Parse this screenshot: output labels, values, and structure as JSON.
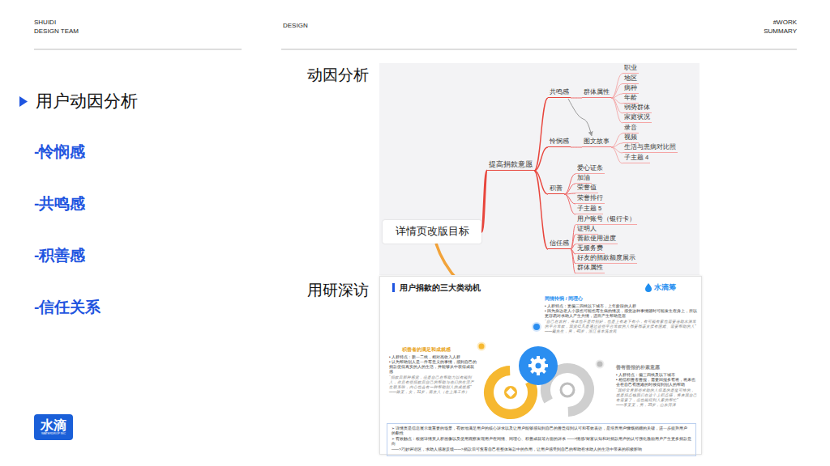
{
  "diagram": {
    "nodes": [
      {
        "text": [
          "详情页改版目标"
        ]
      },
      {
        "text": [
          "提高捐款意愿"
        ]
      },
      {
        "text": [
          "共鸣感"
        ]
      },
      {
        "text": [
          "群体属性"
        ]
      },
      {
        "text": [
          "职业"
        ]
      },
      {
        "text": [
          "地区"
        ]
      },
      {
        "text": [
          "病种"
        ]
      },
      {
        "text": [
          "年龄"
        ]
      },
      {
        "text": [
          "弱势群体"
        ]
      },
      {
        "text": [
          "家庭状况"
        ]
      },
      {
        "text": [
          "怜悯感"
        ]
      },
      {
        "text": [
          "图文故事"
        ]
      },
      {
        "text": [
          "录音"
        ]
      },
      {
        "text": [
          "视频"
        ]
      },
      {
        "text": [
          "生活与患病对比照"
        ]
      },
      {
        "text": [
          "子主题 4"
        ]
      },
      {
        "text": [
          "积善"
        ]
      },
      {
        "text": [
          "爱心证条"
        ]
      },
      {
        "text": [
          "加油"
        ]
      },
      {
        "text": [
          "荣誉值"
        ]
      },
      {
        "text": [
          "荣誉排行"
        ]
      },
      {
        "text": [
          "子主题 5"
        ]
      },
      {
        "text": [
          "信任感"
        ]
      },
      {
        "text": [
          "用户账号（银行卡）"
        ]
      },
      {
        "text": [
          "证明人"
        ]
      },
      {
        "text": [
          "善款使用进度"
        ]
      },
      {
        "text": [
          "无服务费"
        ]
      },
      {
        "text": [
          "好友的捐款额度展示"
        ]
      },
      {
        "text": [
          "群体属性"
        ]
      },
      {
        "text": [
          "用户捐款的三大类动机"
        ]
      },
      {
        "text": [
          "➢ 详情页是信息展示最重要的场景，有效地满足用户的核心诉求以及让用户能够感知到自己的善意得到认可和有效表达，是培养用户慷慨捐赠的关键，进一步提升用户的黏性",
          "➢ 有效触点：根据详情页人群画像以及使用观察发现用户在同情、同理心、积善成就等方面的诉求 ——>情感/财富认知和对捐款用户的认可强化激励用户产生更多捐款意向",
          "——>巧妙评论区，求助人感谢反馈——>捐款后可查看自己在整体筹款中的作用，让用户感受到自己的帮助在求助人的生活中带来的积极影响"
        ],
        "in": 29
      },
      {
        "text": [
          "水滴",
          "WATERDROP INC"
        ]
      }
    ],
    "edges": [
      {
        "from": 0,
        "to": 1,
        "arrow": "none"
      },
      {
        "from": 1,
        "to": 2,
        "arrow": "none"
      },
      {
        "from": 1,
        "to": 10,
        "arrow": "none"
      },
      {
        "from": 1,
        "to": 16,
        "arrow": "none"
      },
      {
        "from": 1,
        "to": 22,
        "arrow": "none"
      },
      {
        "from": 2,
        "to": 3,
        "arrow": "none"
      },
      {
        "from": 3,
        "to": 4,
        "arrow": "none"
      },
      {
        "from": 3,
        "to": 5,
        "arrow": "none"
      },
      {
        "from": 3,
        "to": 6,
        "arrow": "none"
      },
      {
        "from": 3,
        "to": 7,
        "arrow": "none"
      },
      {
        "from": 3,
        "to": 8,
        "arrow": "none"
      },
      {
        "from": 3,
        "to": 9,
        "arrow": "none"
      },
      {
        "from": 10,
        "to": 11,
        "arrow": "none"
      },
      {
        "from": 11,
        "to": 12,
        "arrow": "none"
      },
      {
        "from": 11,
        "to": 13,
        "arrow": "none"
      },
      {
        "from": 11,
        "to": 14,
        "arrow": "none"
      },
      {
        "from": 11,
        "to": 15,
        "arrow": "none"
      },
      {
        "from": 16,
        "to": 17,
        "arrow": "none"
      },
      {
        "from": 16,
        "to": 18,
        "arrow": "none"
      },
      {
        "from": 16,
        "to": 19,
        "arrow": "none"
      },
      {
        "from": 16,
        "to": 20,
        "arrow": "none"
      },
      {
        "from": 16,
        "to": 21,
        "arrow": "none"
      },
      {
        "from": 22,
        "to": 23,
        "arrow": "none"
      },
      {
        "from": 22,
        "to": 24,
        "arrow": "none"
      },
      {
        "from": 22,
        "to": 25,
        "arrow": "none"
      },
      {
        "from": 22,
        "to": 26,
        "arrow": "none"
      },
      {
        "from": 22,
        "to": 27,
        "arrow": "none"
      },
      {
        "from": 22,
        "to": 28,
        "arrow": "none"
      },
      {
        "from": 2,
        "to": 11,
        "arrow": "to"
      }
    ],
    "labels": [
      "SHUIDI",
      "DESIGN TEAM",
      "DESIGN",
      "#WORK",
      "SUMMARY",
      "用户动因分析",
      "-怜悯感",
      "-共鸣感",
      "-积善感",
      "-信任关系",
      "动因分析",
      "用研深访",
      "水滴筹",
      "同情怜悯 / 同理心",
      "• 人群特点：更偏三四线以下城市，上年龄段的人群",
      "• 因为身边老人小孩也可能也有生病的情况，感觉这种事情随时可能发生在身上，所以更容易对求助人产生共情，进而产生帮助意愿",
      "“自己在农村，身体也不是特别好，也是上有老下有小，有可能有家也需要借助水滴筹的平台筹款，我觉得凡是通过这些平台筹款的人都要都该支援有困难、需要帮助的人”",
      "——戴先生，男，40岁，浙江省本溪农民",
      "积善者的满足和成就感",
      "• 人群特点：新一二线，相对高收入人群",
      "• 认为帮助别人是一件有意义的事情，感到自己的捐款使得真实的人的生活，并能够从中获得成就感",
      "“捐款后那种感觉，但是自己在帮助力以有能到人，你且有些捐款后自己的帮助与他们的生活产生联系啦，内心也会有一种帮助别人的成就感”",
      "——陈某，女，31岁，南京人（在上海工作）",
      "善有善报的朴素意愿",
      "• 人群特点：偏三四线及以下城市",
      "• 相信积善者善报，需要回报多有将，将来也会在自己有困难的时候得到别人的帮助",
      "“我经常看那些求助的人病真的是挺可怜的，就是捐点钱我们在这个上积点德，将来我自己有需要了，但也能得到人家的帮忙”",
      "——李某某，男，35岁，山东菏泽"
    ]
  }
}
